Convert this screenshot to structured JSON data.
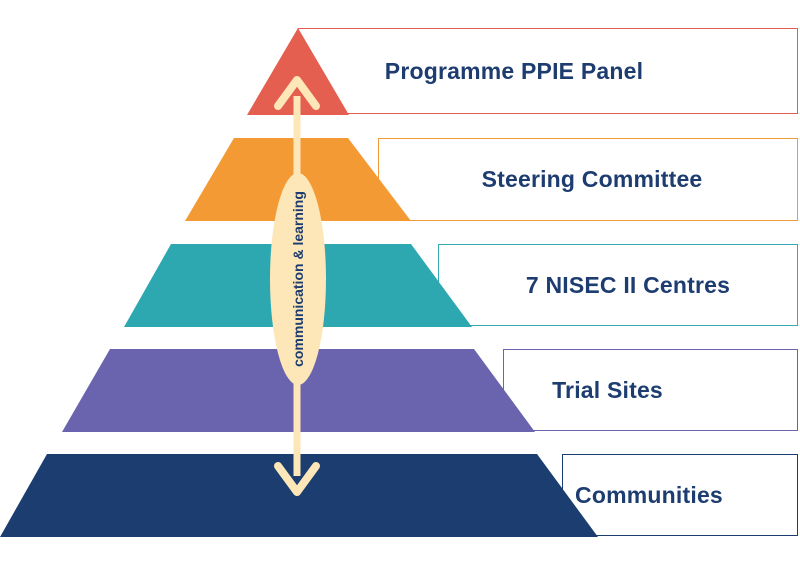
{
  "pyramid": {
    "levels": [
      {
        "label": "Programme PPIE Panel",
        "color": "#e45f4f"
      },
      {
        "label": "Steering Committee",
        "color": "#f39a35"
      },
      {
        "label": "7 NISEC II Centres",
        "color": "#2ea8b0"
      },
      {
        "label": "Trial Sites",
        "color": "#6964ad"
      },
      {
        "label": "Communities",
        "color": "#1b3d70"
      }
    ],
    "arrow": {
      "label": "communication & learning",
      "color": "#fde6b7",
      "direction": "bidirectional"
    }
  }
}
